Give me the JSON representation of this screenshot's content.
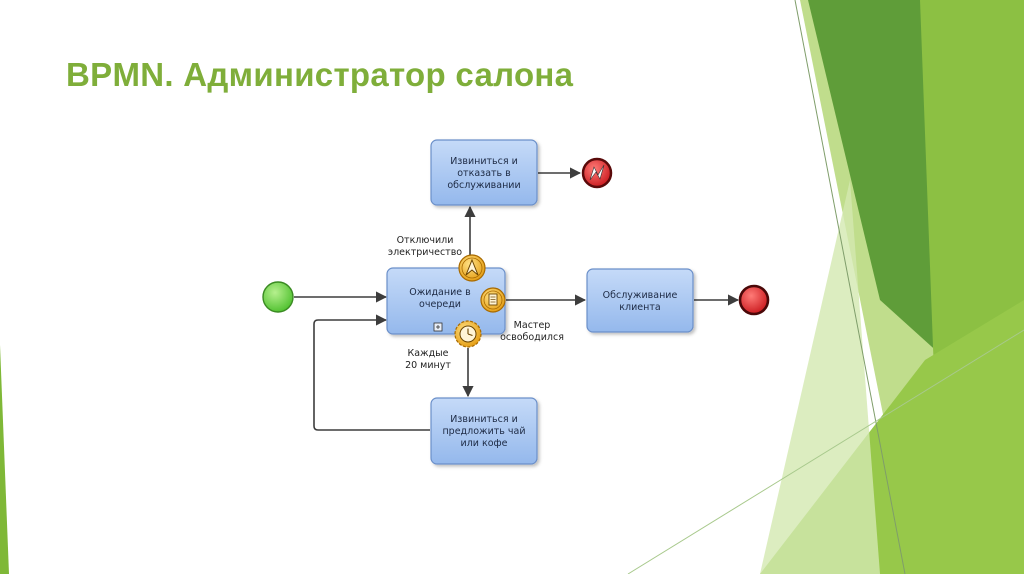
{
  "slide": {
    "title": "BPMN. Администратор салона"
  },
  "diagram": {
    "tasks": {
      "refuse_l1": "Извиниться и",
      "refuse_l2": "отказать в",
      "refuse_l3": "обслуживании",
      "waiting_l1": "Ожидание в",
      "waiting_l2": "очереди",
      "service_l1": "Обслуживание",
      "service_l2": "клиента",
      "tea_l1": "Извиниться и",
      "tea_l2": "предложить чай",
      "tea_l3": "или кофе"
    },
    "event_labels": {
      "power_l1": "Отключили",
      "power_l2": "электричество",
      "master_l1": "Мастер",
      "master_l2": "освободился",
      "timer_l1": "Каждые",
      "timer_l2": "20 минут"
    }
  },
  "colors": {
    "title": "#7fae3a",
    "task_fill": "#a9c8f3",
    "start_event": "#6fd64a",
    "end_event": "#e0262a",
    "intermediate_event": "#f2b21a",
    "accent_dark": "#5d9a36",
    "accent_light": "#9cc93f"
  },
  "icons": [
    "error-end-icon",
    "escalation-icon",
    "message-icon",
    "timer-icon",
    "subprocess-marker-icon"
  ]
}
